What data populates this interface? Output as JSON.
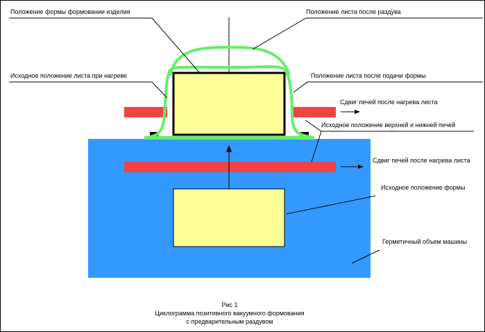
{
  "labels": {
    "form_position_forming": "Положение формы формовании изделия",
    "sheet_after_blow": "Положение листа после раздува",
    "sheet_initial_heating": "Исходное положение листа при нагреве",
    "sheet_after_form_feed": "Положение листа после подачи формы",
    "heater_shift_top": "Сдвиг печей после нагрева листа",
    "heaters_initial": "Исходное положение  верхней и нижней печей",
    "heater_shift_bottom": "Сдвиг печей после нагрева листа",
    "form_initial": "Исходное положение формы",
    "sealed_volume": "Герметичный объем машины"
  },
  "caption": {
    "line1": "Рис 1",
    "line2": "Циклограмма позитивного вакуумного формования",
    "line3": "с предварительным раздувом"
  },
  "colors": {
    "chamber": "#3399ff",
    "heater": "#ee4444",
    "form": "#ffff99",
    "sheet": "#66ee66",
    "line": "#000000"
  }
}
